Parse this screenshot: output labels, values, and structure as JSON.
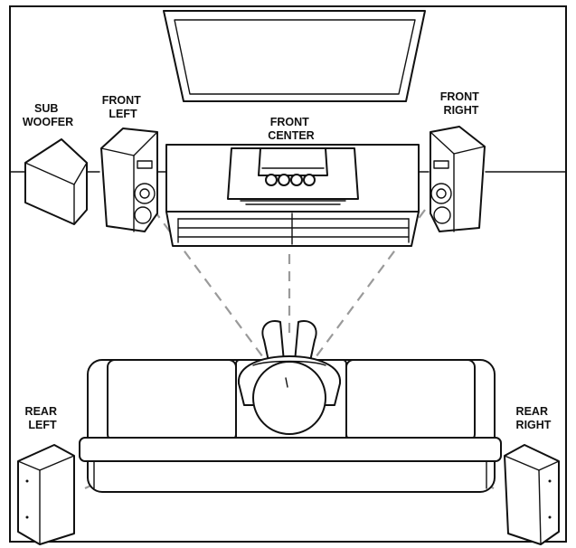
{
  "labels": {
    "subwoofer": [
      "SUB",
      "WOOFER"
    ],
    "front_left": [
      "FRONT",
      "LEFT"
    ],
    "front_center": [
      "FRONT",
      "CENTER"
    ],
    "front_right": [
      "FRONT",
      "RIGHT"
    ],
    "rear_left": [
      "REAR",
      "LEFT"
    ],
    "rear_right": [
      "REAR",
      "RIGHT"
    ]
  }
}
